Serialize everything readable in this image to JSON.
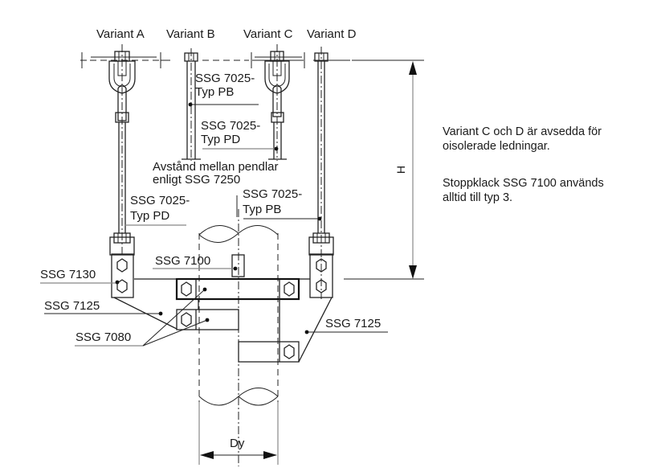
{
  "variants": {
    "a": "Variant A",
    "b": "Variant B",
    "c": "Variant C",
    "d": "Variant D"
  },
  "labels": {
    "b_rod": [
      "SSG 7025-",
      "Typ PB"
    ],
    "c_rod": [
      "SSG 7025-",
      "Typ PD"
    ],
    "spacing": [
      "Avstånd mellan pendlar",
      "enligt SSG 7250"
    ],
    "a_rod": [
      "SSG 7025-",
      "Typ PD"
    ],
    "d_rod": [
      "SSG 7025-",
      "Typ PB"
    ],
    "stop": "SSG 7100",
    "clamp": "SSG 7130",
    "bracket_left": "SSG 7125",
    "strap": "SSG 7080",
    "bracket_right": "SSG 7125"
  },
  "dimensions": {
    "height": "H",
    "diameter": "Dy"
  },
  "notes": [
    [
      "Variant C och D är avsedda för",
      "oisolerade ledningar."
    ],
    [
      "Stoppklack SSG 7100 används",
      "alltid till typ 3."
    ]
  ]
}
